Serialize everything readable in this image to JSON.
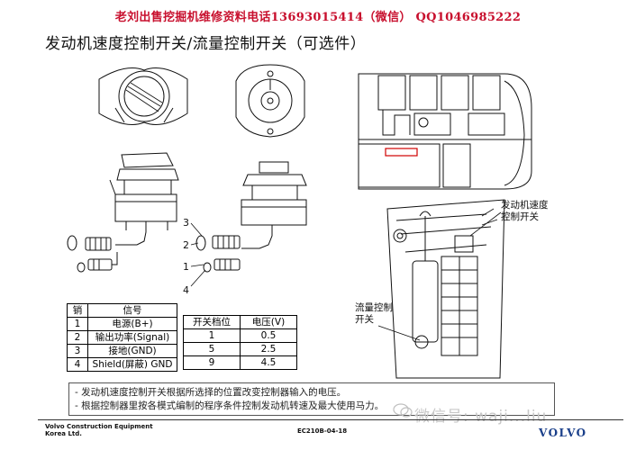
{
  "banner": "老刘出售挖掘机维修资料电话13693015414（微信）    QQ1046985222",
  "title": "发动机速度控制开关/流量控制开关（可选件）",
  "callouts": {
    "engine_speed": "发动机速度\n控制开关",
    "flow": "流量控制\n开关"
  },
  "wire_numbers": [
    "3",
    "2",
    "1",
    "4"
  ],
  "pin_table": {
    "headers": [
      "销",
      "信号"
    ],
    "rows": [
      [
        "1",
        "电源(B+)"
      ],
      [
        "2",
        "输出功率(Signal)"
      ],
      [
        "3",
        "接地(GND)"
      ],
      [
        "4",
        "Shield(屏蔽) GND"
      ]
    ]
  },
  "switch_table": {
    "headers": [
      "开关档位",
      "电压(V)"
    ],
    "rows": [
      [
        "1",
        "0.5"
      ],
      [
        "5",
        "2.5"
      ],
      [
        "9",
        "4.5"
      ]
    ]
  },
  "notes": [
    "- 发动机速度控制开关根据所选择的位置改变控制器输入的电压。",
    "- 根据控制器里按各模式编制的程序条件控制发动机转速及最大使用马力。"
  ],
  "footer": {
    "company_line1": "Volvo Construction Equipment",
    "company_line2": "Korea Ltd.",
    "doc_code": "EC210B-04-18",
    "logo": "VOLVO"
  },
  "watermark": "微信号: waji...liu"
}
